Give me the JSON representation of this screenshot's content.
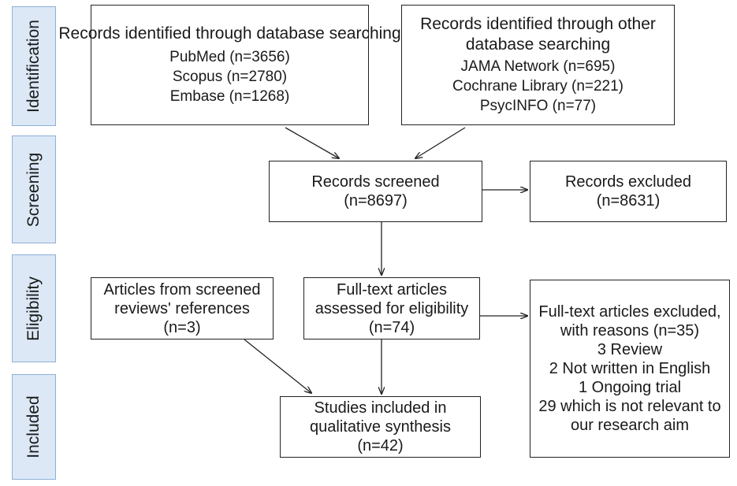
{
  "stages": {
    "identification": "Identification",
    "screening": "Screening",
    "eligibility": "Eligibility",
    "included": "Included"
  },
  "boxes": {
    "db_search": {
      "title": "Records identified through database searching",
      "items": [
        "PubMed (n=3656)",
        "Scopus (n=2780)",
        "Embase (n=1268)"
      ]
    },
    "other_search": {
      "title_line1": "Records identified through other",
      "title_line2": "database searching",
      "items": [
        "JAMA Network (n=695)",
        "Cochrane Library (n=221)",
        "PsycINFO (n=77)"
      ]
    },
    "screened": {
      "line1": "Records screened",
      "line2": "(n=8697)"
    },
    "excluded": {
      "line1": "Records excluded",
      "line2": "(n=8631)"
    },
    "references": {
      "line1": "Articles from screened",
      "line2": "reviews' references",
      "line3": "(n=3)"
    },
    "fulltext": {
      "line1": "Full-text articles",
      "line2": "assessed for eligibility",
      "line3": "(n=74)"
    },
    "fulltext_excluded": {
      "lines": [
        "Full-text articles excluded,",
        "with reasons (n=35)",
        "3 Review",
        "2 Not written in English",
        "1 Ongoing trial",
        "29 which is not relevant to",
        "our research aim"
      ]
    },
    "included": {
      "line1": "Studies included in",
      "line2": "qualitative synthesis",
      "line3": "(n=42)"
    }
  }
}
